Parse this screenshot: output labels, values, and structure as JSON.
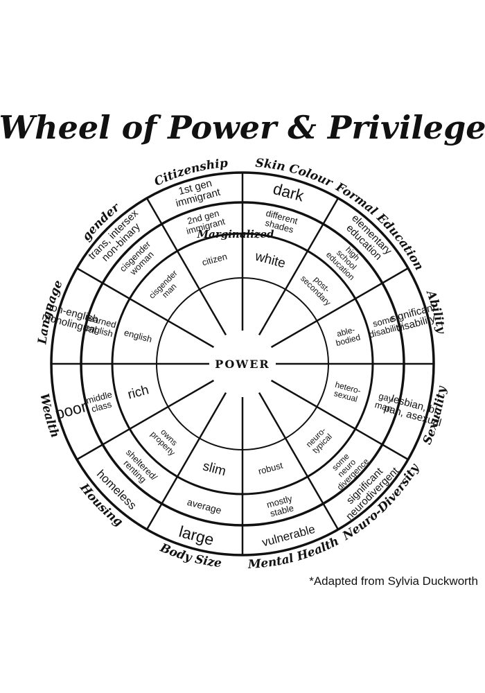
{
  "title": "Wheel of Power & Privilege",
  "center_label": "POWER",
  "marginalized_label": "Marginalized",
  "credit": "*Adapted from Sylvia Duckworth",
  "categories": [
    "Skin Colour",
    "Formal Education",
    "Ability",
    "Sexuality",
    "Neuro-Diversity",
    "Mental Health",
    "Body Size",
    "Housing",
    "Wealth",
    "Language",
    "gender",
    "Citizenship"
  ],
  "rings": {
    "outer": [
      "dark",
      "elementary education",
      "significant disability",
      "lesbian, bi, pan, asexual",
      "significant neurodivergent",
      "vulnerable",
      "large",
      "homeless",
      "poor",
      "non-english monolingual",
      "trans, intersex non-binary",
      "1st gen immigrant"
    ],
    "middle": [
      "different shades",
      "high school education",
      "some disability",
      "gay man",
      "some neuro divergence",
      "mostly stable",
      "average",
      "sheltered/ renting",
      "middle class",
      "learned english",
      "cisgender woman",
      "2nd gen immigrant"
    ],
    "inner": [
      "white",
      "post-secondary",
      "able-bodied",
      "hetero-sexual",
      "neuro-typical",
      "robust",
      "slim",
      "owns property",
      "rich",
      "english",
      "cisgender man",
      "citizen"
    ]
  }
}
